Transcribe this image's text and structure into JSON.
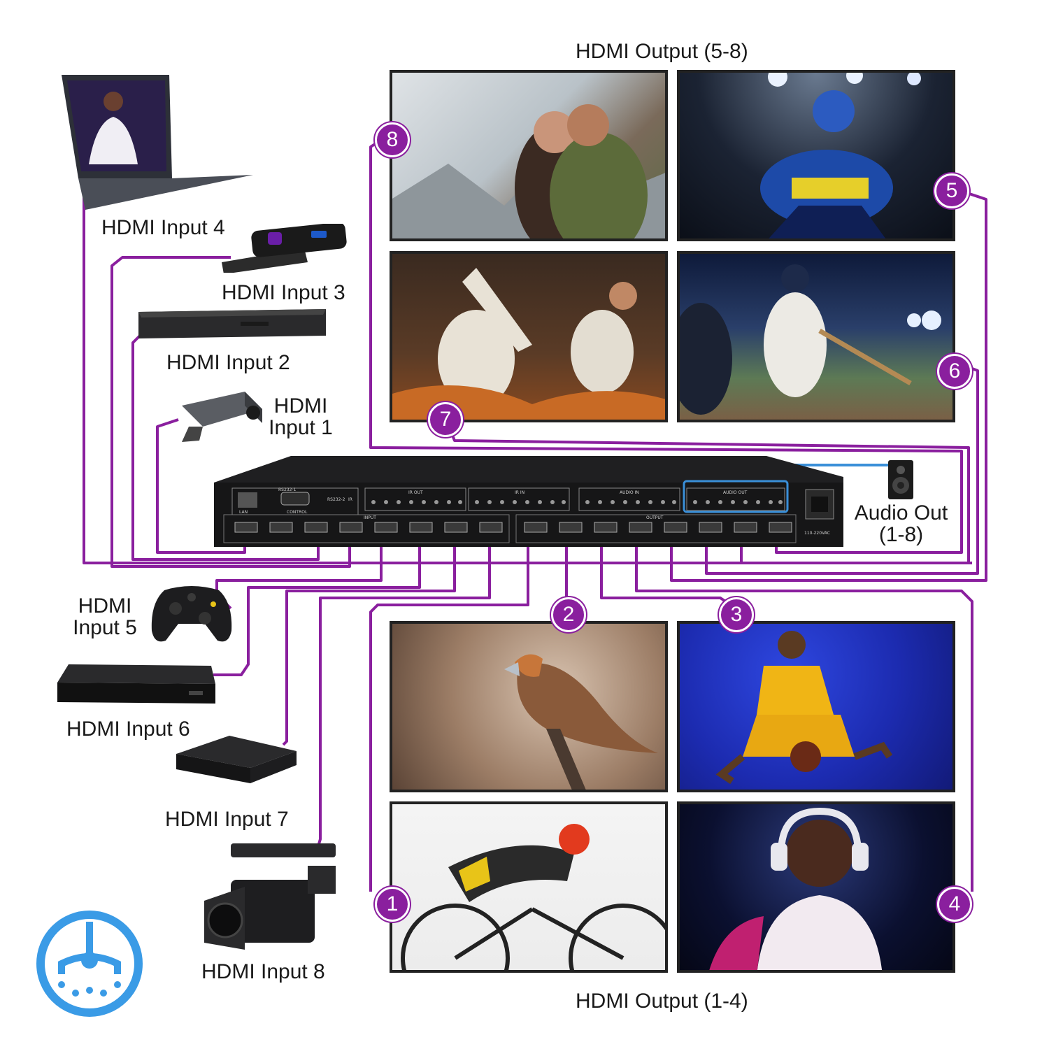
{
  "titles": {
    "output_top": "HDMI Output (5-8)",
    "output_bottom": "HDMI Output (1-4)"
  },
  "inputs": {
    "in1": [
      "HDMI",
      "Input 1"
    ],
    "in2": "HDMI Input 2",
    "in3": "HDMI Input 3",
    "in4": "HDMI Input 4",
    "in5": [
      "HDMI",
      "Input 5"
    ],
    "in6": "HDMI Input 6",
    "in7": "HDMI Input 7",
    "in8": "HDMI Input 8"
  },
  "audio_out": [
    "Audio Out",
    "(1-8)"
  ],
  "badges": [
    "1",
    "2",
    "3",
    "4",
    "5",
    "6",
    "7",
    "8"
  ],
  "device_panel": {
    "lan": "LAN",
    "rs232_1": "RS232-1",
    "rs232_2": "RS232-2",
    "ir": "IR",
    "control": "CONTROL",
    "ir_out": "IR OUT",
    "ir_in": "IR IN",
    "audio_in": "AUDIO IN",
    "audio_out": "AUDIO OUT",
    "input": "INPUT",
    "output": "OUTPUT",
    "power": "110-220VAC"
  },
  "colors": {
    "cable": "#8a1f9e",
    "audio_cable": "#3a8fd8",
    "logo": "#3a9be6"
  }
}
